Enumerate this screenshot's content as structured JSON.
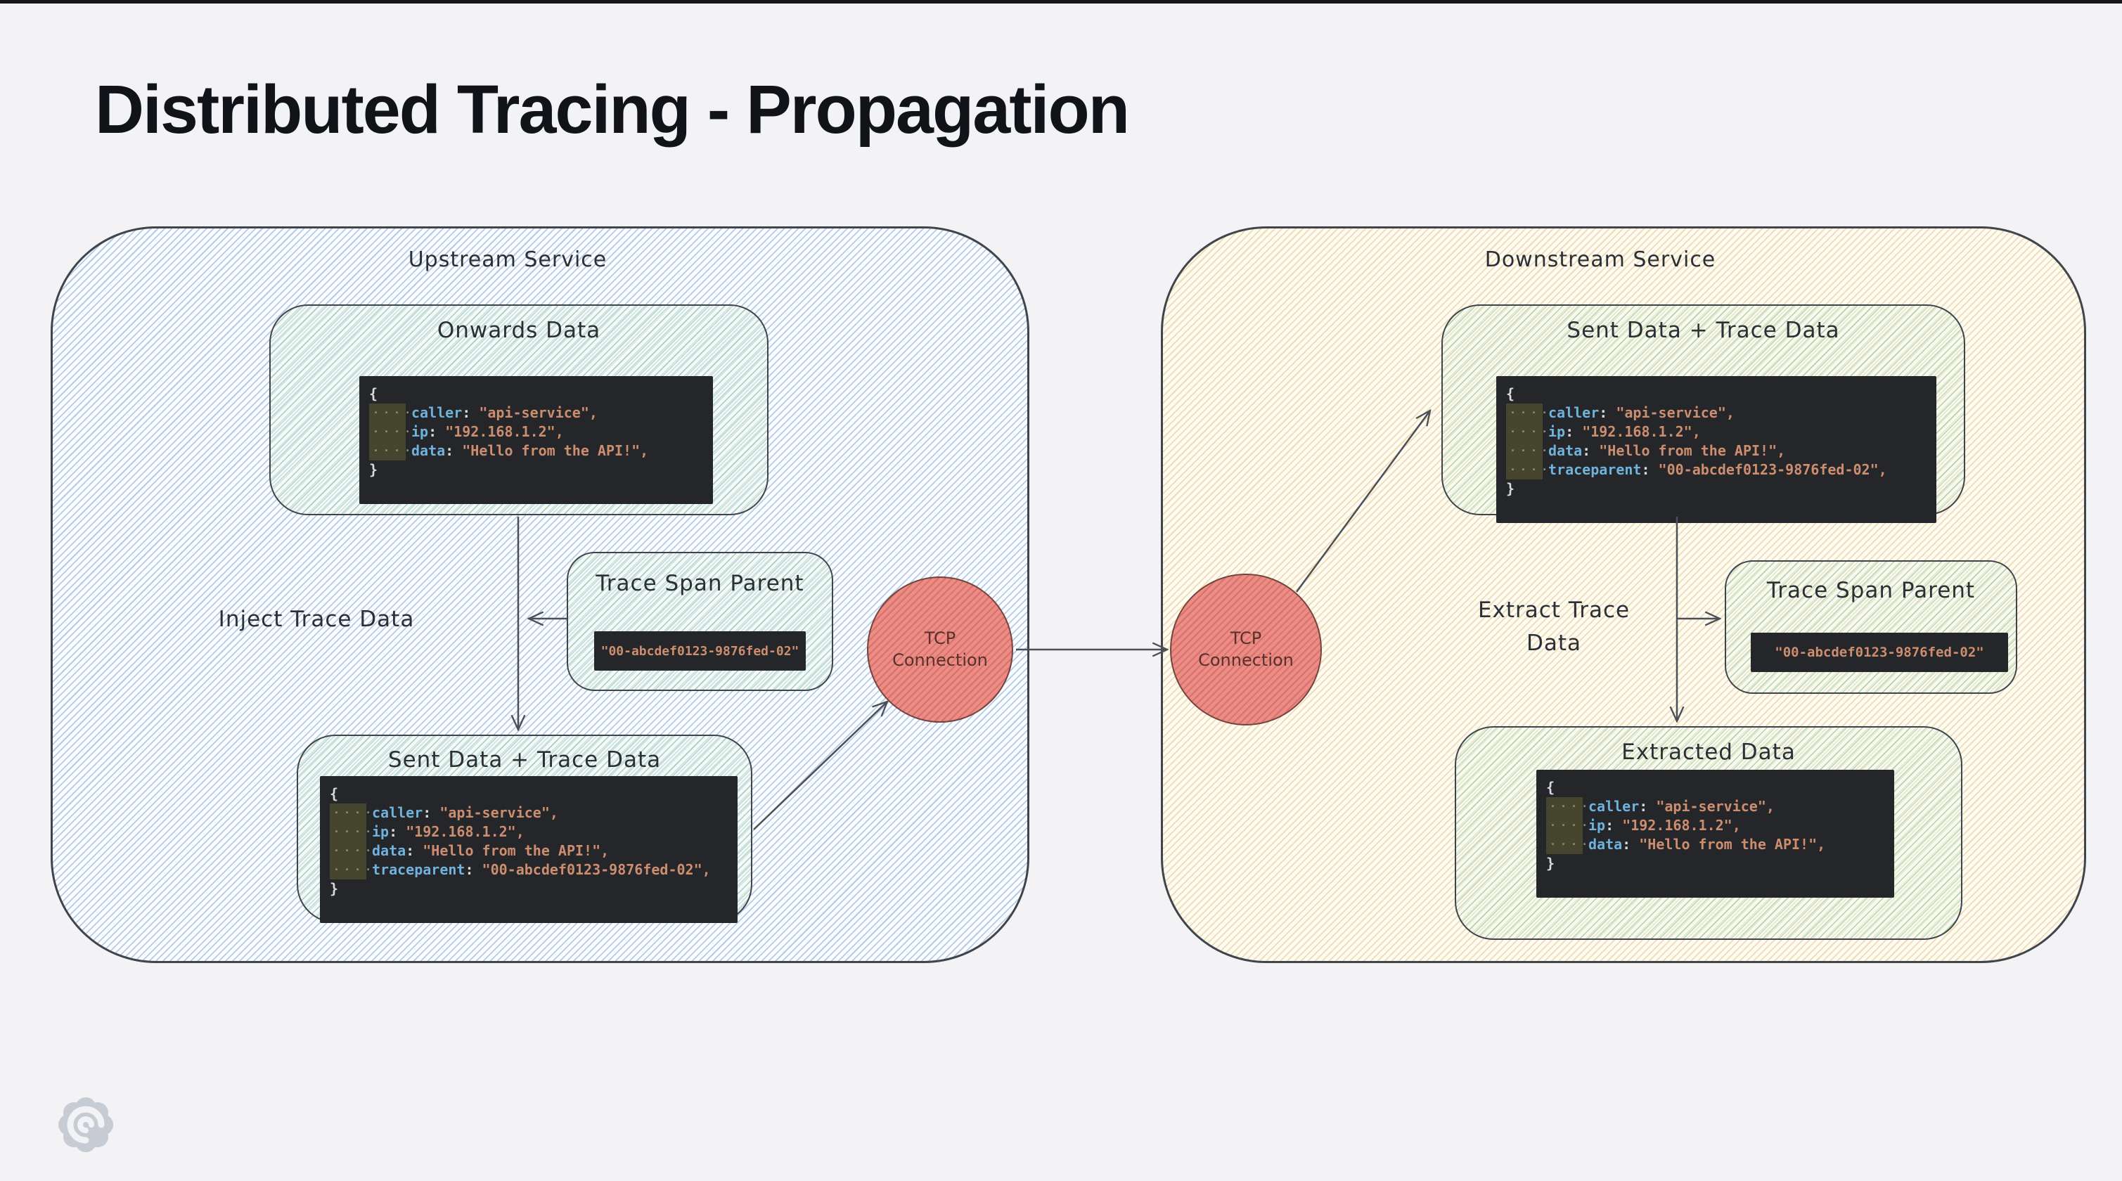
{
  "page": {
    "title": "Distributed Tracing - Propagation"
  },
  "upstream": {
    "label": "Upstream Service",
    "onwards_title": "Onwards Data",
    "span_parent_title": "Trace Span Parent",
    "sent_title": "Sent Data + Trace Data",
    "inject_label": "Inject Trace Data"
  },
  "downstream": {
    "label": "Downstream Service",
    "sent_title": "Sent Data + Trace Data",
    "extract_label_line1": "Extract Trace",
    "extract_label_line2": "Data",
    "span_parent_title": "Trace Span Parent",
    "extracted_title": "Extracted Data"
  },
  "tcp": {
    "line1": "TCP",
    "line2": "Connection"
  },
  "code": {
    "open": "{",
    "close": "}",
    "indent_dots": "····",
    "sep": ": ",
    "basic": [
      {
        "key": "caller",
        "value": "\"api-service\","
      },
      {
        "key": "ip",
        "value": "\"192.168.1.2\","
      },
      {
        "key": "data",
        "value": "\"Hello from the API!\","
      }
    ],
    "traced": [
      {
        "key": "caller",
        "value": "\"api-service\","
      },
      {
        "key": "ip",
        "value": "\"192.168.1.2\","
      },
      {
        "key": "data",
        "value": "\"Hello from the API!\","
      },
      {
        "key": "traceparent",
        "value": "\"00-abcdef0123-9876fed-02\","
      }
    ],
    "span_parent_value": "\"00-abcdef0123-9876fed-02\""
  },
  "logo": {
    "name": "grafana-logo"
  },
  "colors": {
    "code_key": "#6fb3dc",
    "code_string": "#cd8e6f",
    "code_bg": "#24262a",
    "tcp_fill": "#ec8c85",
    "hatch_blue": "#7aa2db",
    "hatch_green": "#78be92",
    "hatch_tan": "#e2bc6a",
    "logo_gray": "#c7cbd3"
  }
}
